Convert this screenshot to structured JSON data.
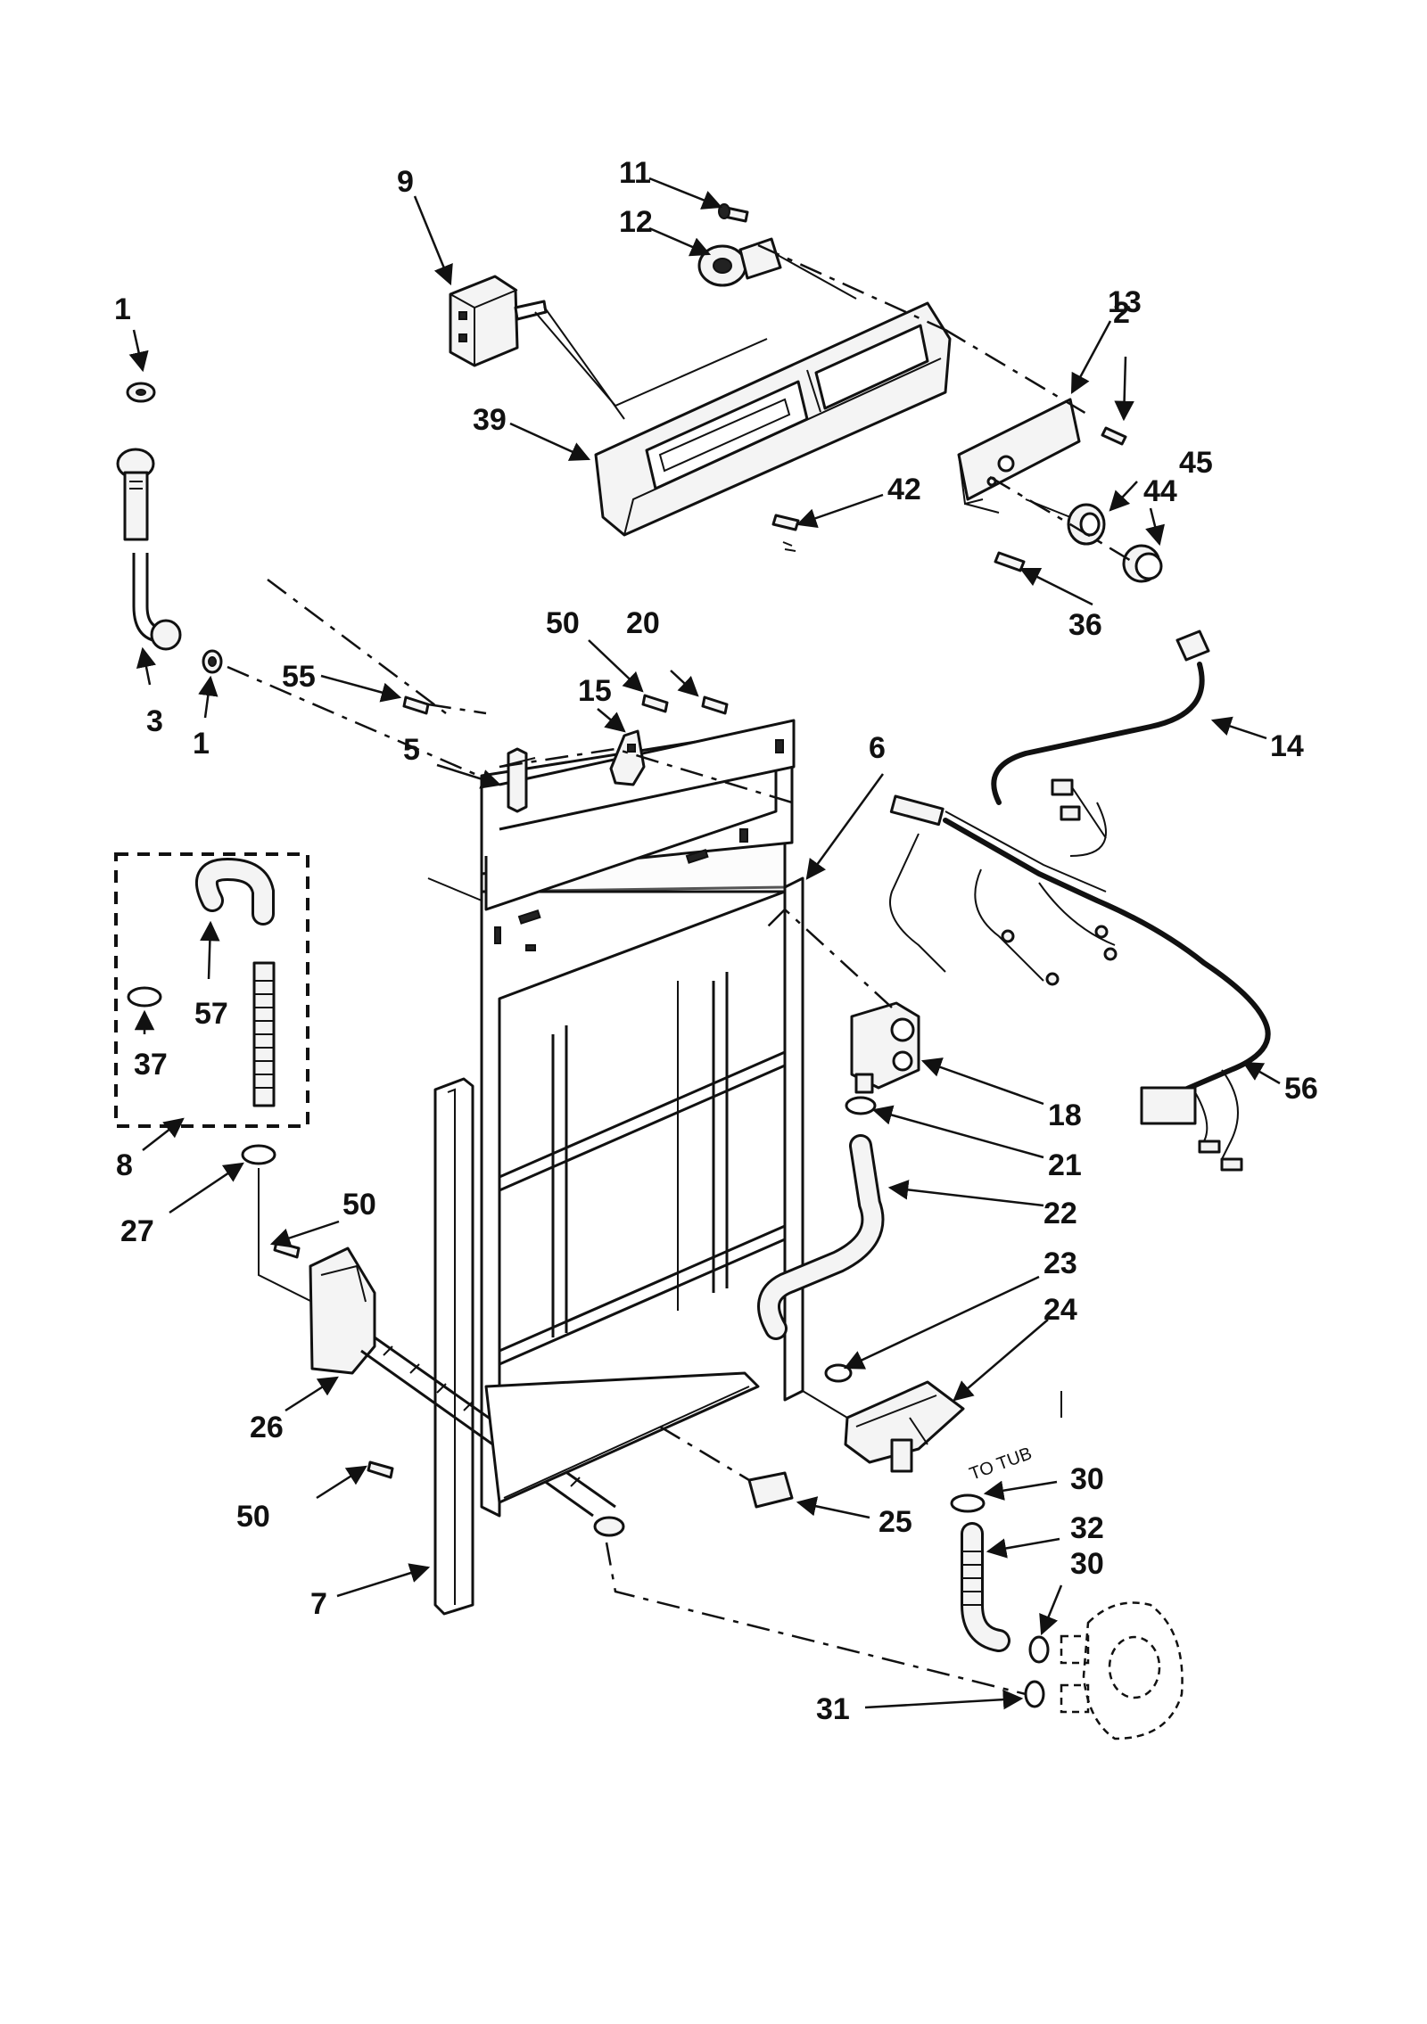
{
  "callouts": [
    {
      "id": "label-1-top",
      "text": "1"
    },
    {
      "id": "label-1-bottom",
      "text": "1"
    },
    {
      "id": "label-2",
      "text": "2"
    },
    {
      "id": "label-3",
      "text": "3"
    },
    {
      "id": "label-5",
      "text": "5"
    },
    {
      "id": "label-6",
      "text": "6"
    },
    {
      "id": "label-7",
      "text": "7"
    },
    {
      "id": "label-8",
      "text": "8"
    },
    {
      "id": "label-9",
      "text": "9"
    },
    {
      "id": "label-11",
      "text": "11"
    },
    {
      "id": "label-12",
      "text": "12"
    },
    {
      "id": "label-13",
      "text": "13"
    },
    {
      "id": "label-14",
      "text": "14"
    },
    {
      "id": "label-15",
      "text": "15"
    },
    {
      "id": "label-18",
      "text": "18"
    },
    {
      "id": "label-20",
      "text": "20"
    },
    {
      "id": "label-21",
      "text": "21"
    },
    {
      "id": "label-22",
      "text": "22"
    },
    {
      "id": "label-23",
      "text": "23"
    },
    {
      "id": "label-24",
      "text": "24"
    },
    {
      "id": "label-25",
      "text": "25"
    },
    {
      "id": "label-26",
      "text": "26"
    },
    {
      "id": "label-27",
      "text": "27"
    },
    {
      "id": "label-30-top",
      "text": "30"
    },
    {
      "id": "label-30-bottom",
      "text": "30"
    },
    {
      "id": "label-31",
      "text": "31"
    },
    {
      "id": "label-32",
      "text": "32"
    },
    {
      "id": "label-36",
      "text": "36"
    },
    {
      "id": "label-37",
      "text": "37"
    },
    {
      "id": "label-39",
      "text": "39"
    },
    {
      "id": "label-42",
      "text": "42"
    },
    {
      "id": "label-44",
      "text": "44"
    },
    {
      "id": "label-45",
      "text": "45"
    },
    {
      "id": "label-50-top",
      "text": "50"
    },
    {
      "id": "label-50-mid",
      "text": "50"
    },
    {
      "id": "label-50-bottom",
      "text": "50"
    },
    {
      "id": "label-55",
      "text": "55"
    },
    {
      "id": "label-56",
      "text": "56"
    },
    {
      "id": "label-57",
      "text": "57"
    }
  ],
  "annotations": {
    "to_tub": "TO TUB"
  }
}
